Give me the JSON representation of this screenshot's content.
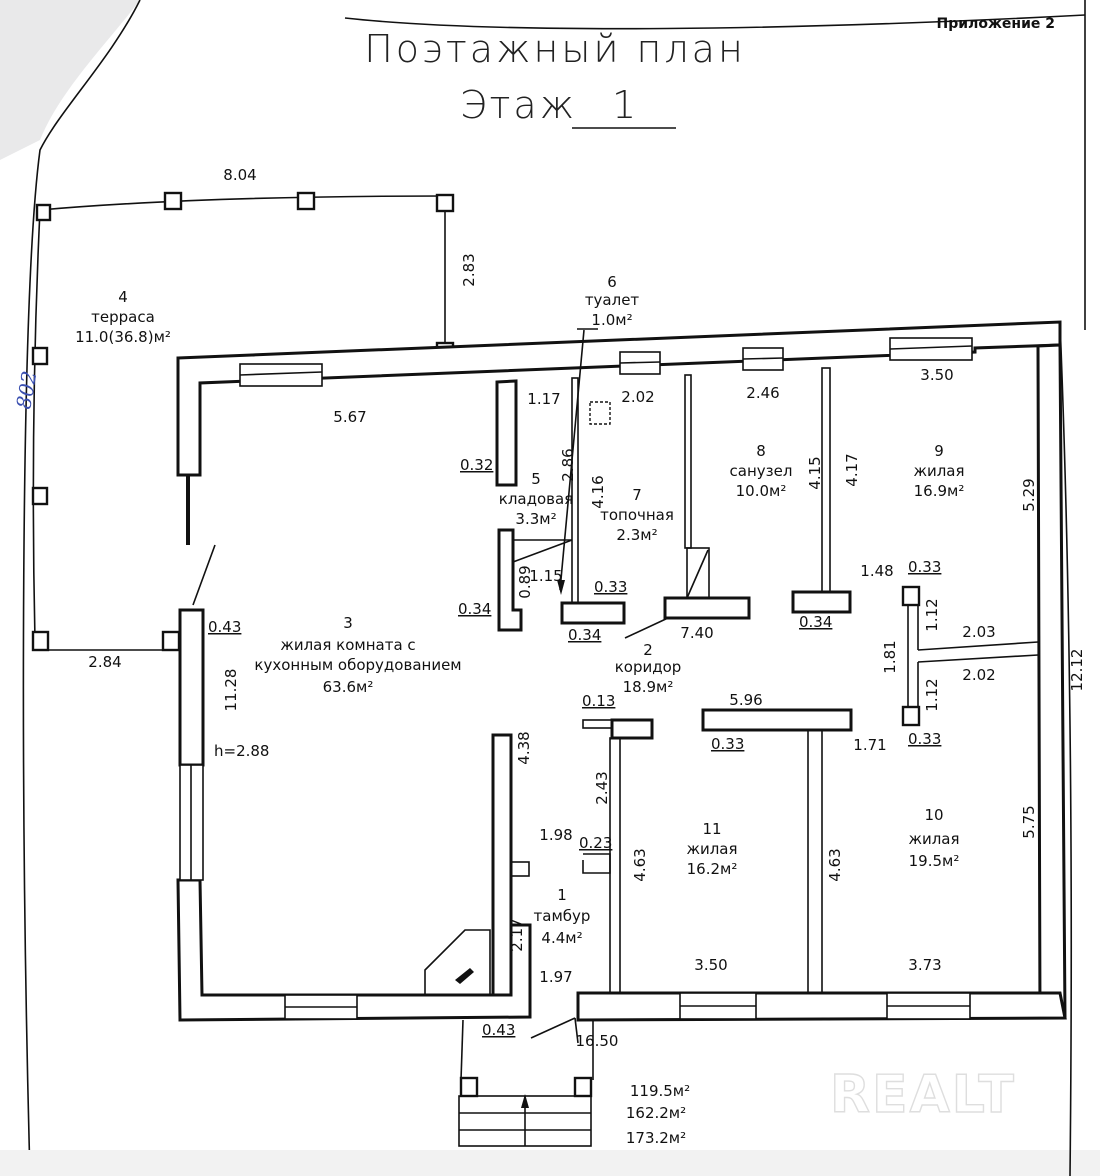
{
  "header": {
    "appendix": "Приложение 2",
    "title": "Поэтажный план",
    "floor_label": "Этаж",
    "floor_number": "1"
  },
  "rooms": [
    {
      "id": "1",
      "name": "тамбур",
      "area": "4.4м²"
    },
    {
      "id": "2",
      "name": "коридор",
      "area": "18.9м²"
    },
    {
      "id": "3",
      "name_line1": "жилая комната с",
      "name_line2": "кухонным оборудованием",
      "area": "63.6м²"
    },
    {
      "id": "4",
      "name": "терраса",
      "area": "11.0(36.8)м²"
    },
    {
      "id": "5",
      "name": "кладовая",
      "area": "3.3м²"
    },
    {
      "id": "6",
      "name": "туалет",
      "area": "1.0м²"
    },
    {
      "id": "7",
      "name": "топочная",
      "area": "2.3м²"
    },
    {
      "id": "8",
      "name": "санузел",
      "area": "10.0м²"
    },
    {
      "id": "9",
      "name": "жилая",
      "area": "16.9м²"
    },
    {
      "id": "10",
      "name": "жилая",
      "area": "19.5м²"
    },
    {
      "id": "11",
      "name": "жилая",
      "area": "16.2м²"
    }
  ],
  "dimensions": {
    "terrace_width": "8.04",
    "terrace_depth": "2.83",
    "terrace_side": "2.84",
    "room3_width": "5.67",
    "room3_length": "11.28",
    "ceiling_height": "h=2.88",
    "wall_043_a": "0.43",
    "wall_043_b": "0.43",
    "wall_032": "0.32",
    "wall_034_a": "0.34",
    "wall_034_b": "0.34",
    "wall_034_c": "0.34",
    "wall_033_a": "0.33",
    "wall_033_b": "0.33",
    "wall_033_c": "0.33",
    "wall_033_d": "0.33",
    "wall_013": "0.13",
    "wall_023": "0.23",
    "room5_width": "1.17",
    "room5_depth": "2.86",
    "room5_door": "0.89",
    "room5_small": "1.15",
    "room7_width": "2.02",
    "room7_depth": "4.16",
    "room8_width": "2.46",
    "room8_depth": "4.15",
    "room9_left": "4.17",
    "room9_width": "3.50",
    "room9_right": "5.29",
    "corridor_len": "7.40",
    "corridor_hall": "5.96",
    "hall_a": "1.48",
    "hall_b": "1.71",
    "hall_c": "1.81",
    "hall_d": "1.12",
    "hall_e": "1.12",
    "hall_f": "2.03",
    "hall_g": "2.02",
    "room1_top": "4.38",
    "room1_a": "2.43",
    "room1_b": "1.98",
    "room1_c": "2.17",
    "room1_d": "1.97",
    "room11_left": "4.63",
    "room11_right": "4.63",
    "room11_width": "3.50",
    "room10_width": "3.73",
    "room10_right": "5.75",
    "total_depth": "12.12",
    "total_width": "16.50"
  },
  "totals": [
    "119.5м²",
    "162.2м²",
    "173.2м²"
  ],
  "handwritten_note": "802",
  "watermark": "REALT"
}
